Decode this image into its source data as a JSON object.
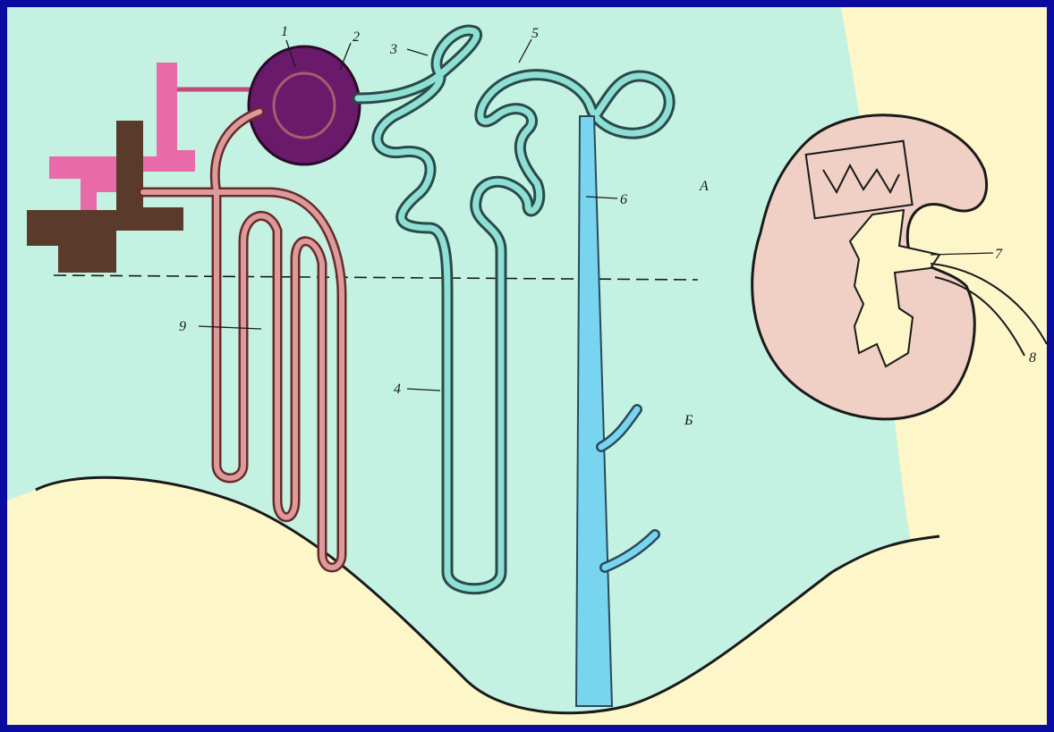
{
  "labels": {
    "n1": "1",
    "n2": "2",
    "n3": "3",
    "n4": "4",
    "n5": "5",
    "n6": "6",
    "n7": "7",
    "n8": "8",
    "n9": "9",
    "zoneA": "А",
    "zoneB": "Б"
  },
  "colors": {
    "background_frame": "#0b0ba0",
    "paper": "#fdf6c8",
    "cortex_field": "#c4f2e2",
    "collecting_duct": "#79d4ef",
    "tubule_teal": "#8fe0d4",
    "tubule_pink": "#dd9a9a",
    "glomerulus": "#6a1a6a",
    "vessel_pink": "#e86aa8",
    "vessel_dark": "#5a3a2a",
    "kidney": "#f0cfc4"
  }
}
